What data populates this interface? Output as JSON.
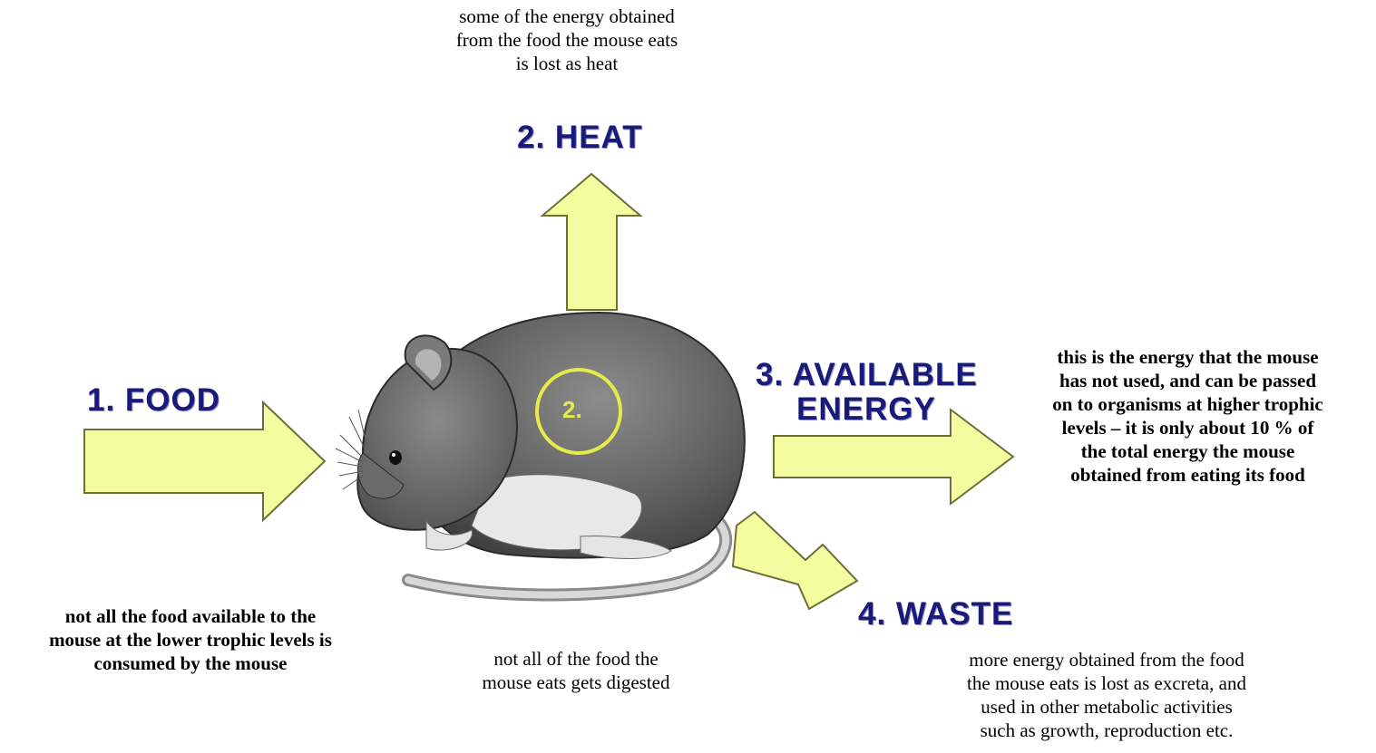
{
  "labels": {
    "food": "1. FOOD",
    "heat": "2. HEAT",
    "available_line1": "3. AVAILABLE",
    "available_line2": "ENERGY",
    "waste": "4. WASTE",
    "circle_marker": "2."
  },
  "descriptions": {
    "heat": [
      "some of the energy obtained",
      "from the food the mouse eats",
      "is lost as heat"
    ],
    "food": [
      "not all the food available to the",
      "mouse at the lower trophic levels is",
      "consumed by the mouse"
    ],
    "digestion": [
      "not all of the food the",
      "mouse eats gets digested"
    ],
    "available": [
      "this is the energy that the mouse",
      "has not used, and can be passed",
      "on to organisms at higher trophic",
      "levels – it is only about  10 % of",
      "the total energy the mouse",
      "obtained from eating its food"
    ],
    "waste": [
      "more energy obtained from the food",
      "the mouse eats is lost as excreta, and",
      "used in other metabolic activities",
      "such as growth, reproduction etc."
    ]
  },
  "colors": {
    "arrow_fill": "#f4fca0",
    "arrow_stroke": "#6e6e3a",
    "label_text": "#1a1a7a",
    "circle_stroke": "#e6ea4a"
  },
  "icons": {
    "mouse": "mouse-illustration"
  }
}
